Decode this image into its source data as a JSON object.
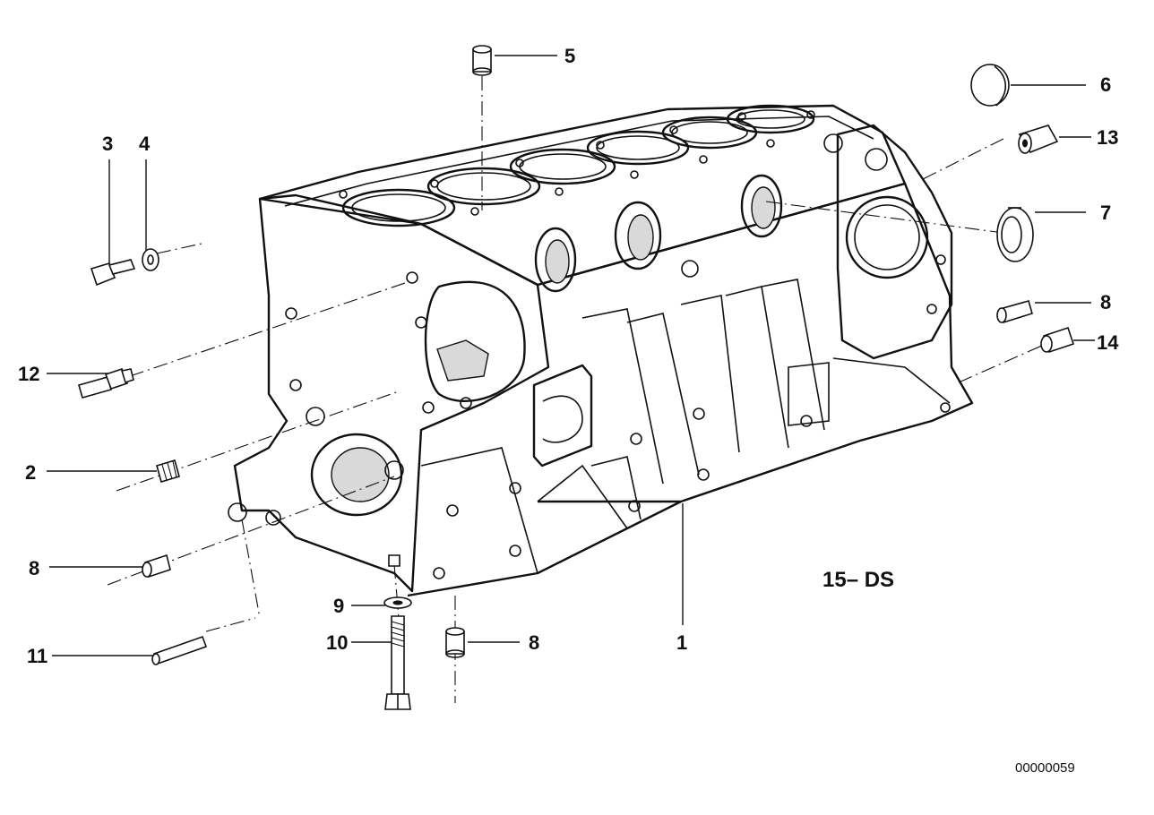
{
  "callouts": {
    "c1": "1",
    "c2": "2",
    "c3": "3",
    "c4": "4",
    "c5": "5",
    "c6": "6",
    "c7": "7",
    "c8a": "8",
    "c8b": "8",
    "c8c": "8",
    "c9": "9",
    "c10": "10",
    "c11": "11",
    "c12": "12",
    "c13": "13",
    "c14": "14"
  },
  "label_ds": "15– DS",
  "reference_code": "00000059"
}
